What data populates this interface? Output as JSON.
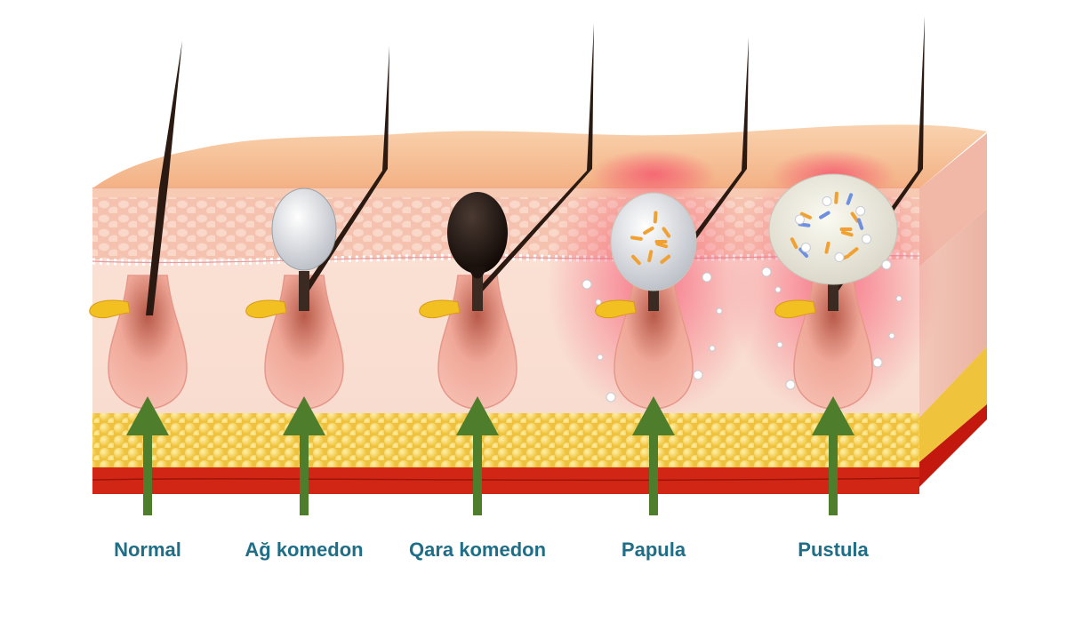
{
  "colors": {
    "label_text": "#1f6e88",
    "arrow": "#4e7d2b",
    "epidermis_top": "#f7c9a1",
    "dermis": "#fbe4d8",
    "fat": "#f4cd3f",
    "muscle": "#d42617",
    "hair": "#2a1a12",
    "follicle": "#f2ada0",
    "sebaceous": "#f2c020",
    "inflammation": "#f36b7e",
    "whitehead": "#e8eaee",
    "blackhead": "#1b110d",
    "pus": "#f0eddc"
  },
  "icons": [
    "arrow-up-icon",
    "hair-icon",
    "follicle-icon",
    "bacteria-icon"
  ],
  "stages": [
    {
      "id": "normal",
      "label": "Normal",
      "plug": "none"
    },
    {
      "id": "ag-komedon",
      "label": "Ağ komedon",
      "plug": "white"
    },
    {
      "id": "qara-komedon",
      "label": "Qara komedon",
      "plug": "black"
    },
    {
      "id": "papula",
      "label": "Papula",
      "plug": "papule"
    },
    {
      "id": "pustula",
      "label": "Pustula",
      "plug": "pustule"
    }
  ]
}
